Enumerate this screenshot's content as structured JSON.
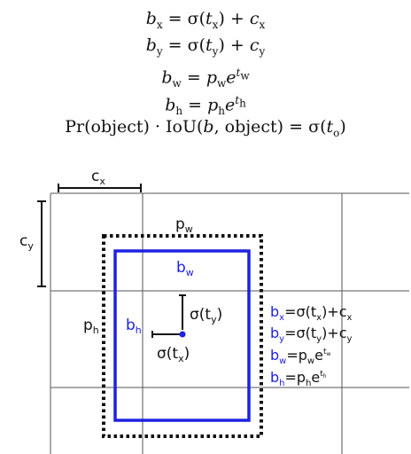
{
  "equations": [
    {
      "id": "bx",
      "lhs": "b",
      "lhs_sub": "x",
      "rhs_html": "= σ(<span class='it'>t</span><sub>x</sub>) + <span class='it'>c</span><sub>x</sub>"
    },
    {
      "id": "by",
      "lhs": "b",
      "lhs_sub": "y",
      "rhs_html": "= σ(<span class='it'>t</span><sub>y</sub>) + <span class='it'>c</span><sub>y</sub>"
    },
    {
      "id": "bw",
      "lhs": "b",
      "lhs_sub": "w",
      "rhs_html": "= <span class='it'>p</span><sub>w</sub><span class='it'>e</span><sup><span class='it'>t</span><sub>w</sub></sup>"
    },
    {
      "id": "bh",
      "lhs": "b",
      "lhs_sub": "h",
      "rhs_html": "= <span class='it'>p</span><sub>h</sub><span class='it'>e</span><sup><span class='it'>t</span><sub>h</sub></sup>"
    },
    {
      "id": "pr",
      "text": "Pr(object) · IoU(",
      "it": "b",
      "text2": ", object) = σ(",
      "it2": "t",
      "sub2": "o",
      "text3": ")"
    }
  ],
  "diagram": {
    "cx_label": "c",
    "cx_sub": "x",
    "cy_label": "c",
    "cy_sub": "y",
    "pw_label": "p",
    "pw_sub": "w",
    "ph_label": "p",
    "ph_sub": "h",
    "bw_label": "b",
    "bw_sub": "w",
    "bh_label": "b",
    "bh_sub": "h",
    "sig_ty": "σ(t",
    "sig_ty_sub": "y",
    "sig_ty_close": ")",
    "sig_tx": "σ(t",
    "sig_tx_sub": "x",
    "sig_tx_close": ")",
    "legend": [
      {
        "lhs": "b",
        "lhs_sub": "x",
        "rhs_a": "=σ(t",
        "rhs_sub_a": "x",
        "rhs_b": ")+c",
        "rhs_sub_b": "x"
      },
      {
        "lhs": "b",
        "lhs_sub": "y",
        "rhs_a": "=σ(t",
        "rhs_sub_a": "y",
        "rhs_b": ")+c",
        "rhs_sub_b": "y"
      },
      {
        "lhs": "b",
        "lhs_sub": "w",
        "rhs_a": "=p",
        "rhs_sub_a": "w",
        "rhs_b": "e",
        "rhs_sup": "t",
        "rhs_sup_sub": "w"
      },
      {
        "lhs": "b",
        "lhs_sub": "h",
        "rhs_a": "=p",
        "rhs_sub_a": "h",
        "rhs_b": "e",
        "rhs_sup": "t",
        "rhs_sup_sub": "h"
      }
    ]
  },
  "colors": {
    "blue": "#1f22e0",
    "black": "#111111",
    "grid": "#555555"
  }
}
